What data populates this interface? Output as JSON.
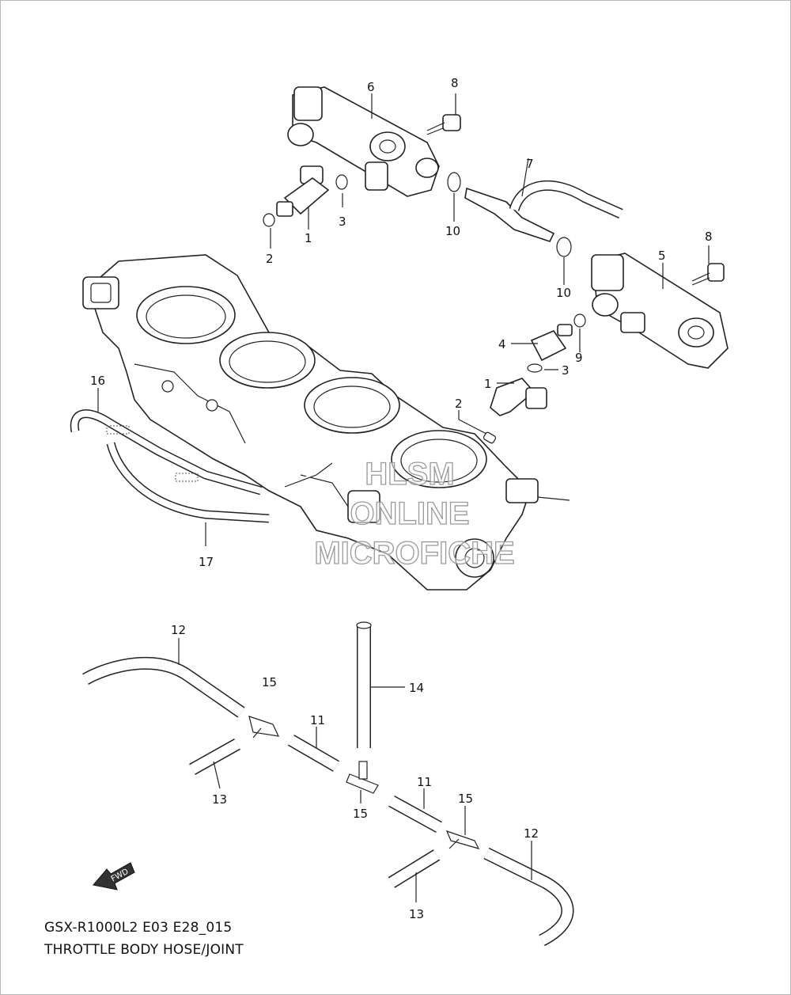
{
  "caption": {
    "line1": "GSX-R1000L2 E03 E28_015",
    "line2": "THROTTLE BODY HOSE/JOINT"
  },
  "watermark": {
    "line1": "HLSM",
    "line2": "ONLINE",
    "line3": "MICROFICHE"
  },
  "fwd_label": "FWD",
  "callouts": {
    "c6": "6",
    "c8a": "8",
    "c7": "7",
    "c3a": "3",
    "c1a": "1",
    "c2a": "2",
    "c10a": "10",
    "c10b": "10",
    "c5": "5",
    "c8b": "8",
    "c4": "4",
    "c9": "9",
    "c3b": "3",
    "c1b": "1",
    "c2b": "2",
    "c16": "16",
    "c17": "17",
    "c12a": "12",
    "c15a": "15",
    "c14": "14",
    "c11a": "11",
    "c13a": "13",
    "c15b": "15",
    "c11b": "11",
    "c15c": "15",
    "c12b": "12",
    "c13b": "13"
  }
}
